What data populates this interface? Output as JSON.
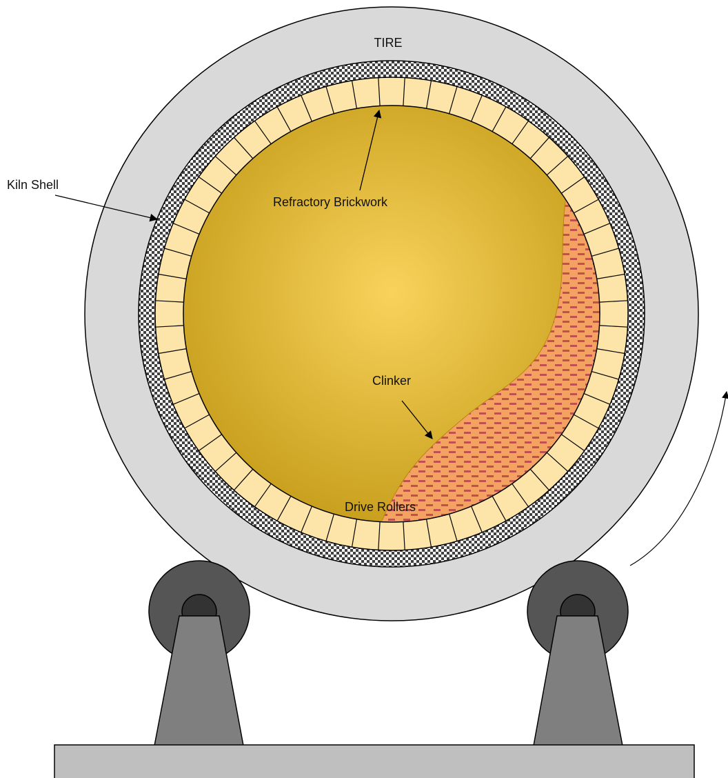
{
  "labels": {
    "tire": "TIRE",
    "kiln_shell": "Kiln Shell",
    "refractory_brickwork": "Refractory Brickwork",
    "clinker": "Clinker",
    "drive_rollers": "Drive Rollers"
  },
  "colors": {
    "tire": "#d9d9d9",
    "brick": "#fde4a8",
    "interior_center": "#f8d35c",
    "interior_edge": "#c9a01e",
    "clinker_fill": "#f4a261",
    "clinker_dash": "#c0504d",
    "roller": "#555555",
    "support": "#7f7f7f",
    "base": "#bfbfbf"
  },
  "brick_count": 56
}
